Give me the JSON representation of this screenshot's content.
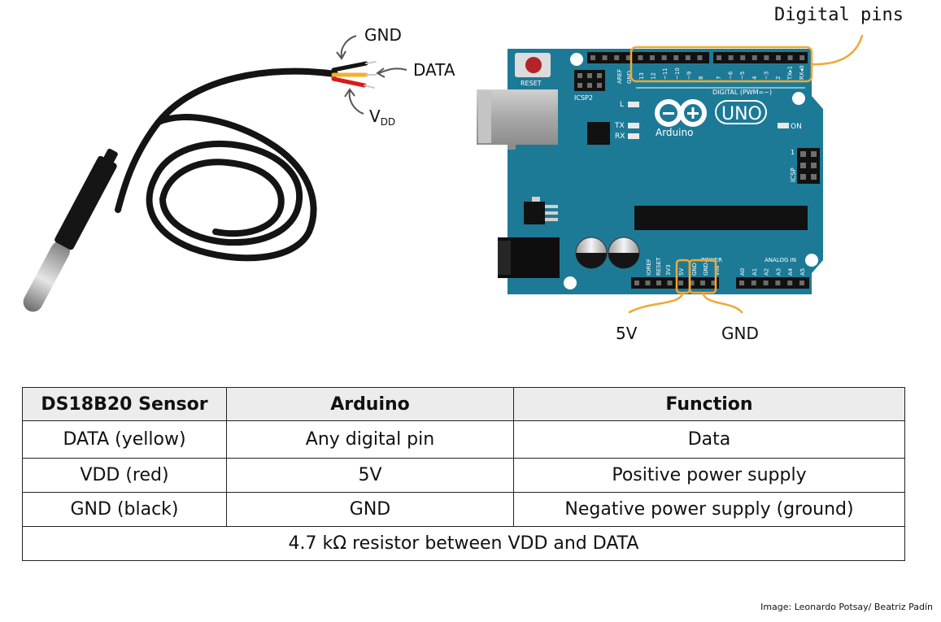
{
  "sensor": {
    "wire_labels": {
      "gnd": "GND",
      "data": "DATA",
      "vdd_main": "V",
      "vdd_sub": "DD"
    }
  },
  "board": {
    "digital_pins_label": "Digital pins",
    "power_5v_label": "5V",
    "power_gnd_label": "GND",
    "silkscreen": {
      "reset": "RESET",
      "icsp2": "ICSP2",
      "icsp": "ICSP",
      "aref": "AREF",
      "gnd": "GND",
      "digital": "DIGITAL (PWM=~)",
      "brand": "Arduino",
      "model": "UNO",
      "on": "ON",
      "l": "L",
      "tx": "TX",
      "rx": "RX",
      "power": "POWER",
      "analog_in": "ANALOG IN",
      "ioref": "IOREF",
      "reset_pin": "RESET",
      "v33": "3V3",
      "v5": "5V",
      "gnd1": "GND",
      "gnd2": "GND",
      "vin": "VIN",
      "one": "1",
      "digital_pin_numbers": [
        "13",
        "12",
        "~11",
        "~10",
        "~9",
        "8",
        "7",
        "~6",
        "~5",
        "4",
        "~3",
        "2",
        "TX▸1",
        "RX◂0"
      ],
      "analog_pins": [
        "A0",
        "A1",
        "A2",
        "A3",
        "A4",
        "A5"
      ]
    }
  },
  "colors": {
    "board": "#1d7a96",
    "highlight": "#f0a836",
    "wire_yellow": "#f3b12b",
    "wire_red": "#d61b1b",
    "cable": "#141414"
  },
  "table": {
    "headers": [
      "DS18B20 Sensor",
      "Arduino",
      "Function"
    ],
    "rows": [
      [
        "DATA (yellow)",
        "Any digital pin",
        "Data"
      ],
      [
        "VDD (red)",
        "5V",
        "Positive power supply"
      ],
      [
        "GND (black)",
        "GND",
        "Negative power supply (ground)"
      ]
    ],
    "note": "4.7 kΩ resistor between VDD and DATA"
  },
  "credit": "Image: Leonardo Potsay/ Beatriz Padín"
}
